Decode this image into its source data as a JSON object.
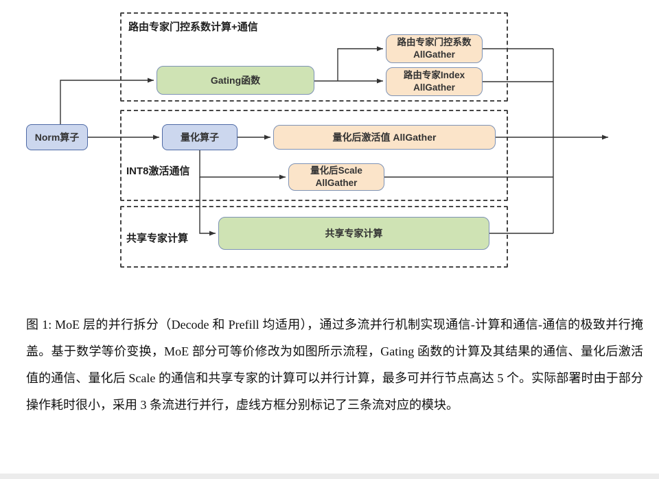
{
  "figure": {
    "groups": {
      "routing": {
        "label": "路由专家门控系数计算+通信"
      },
      "int8": {
        "label": "INT8激活通信"
      },
      "shared": {
        "label": "共享专家计算"
      }
    },
    "nodes": {
      "norm": {
        "label": "Norm算子"
      },
      "gating": {
        "label": "Gating函数"
      },
      "gate_coef_allgather": {
        "line1": "路由专家门控系数",
        "line2": "AllGather"
      },
      "expert_index_allgather": {
        "line1": "路由专家Index",
        "line2": "AllGather"
      },
      "quant": {
        "label": "量化算子"
      },
      "quant_act_allgather": {
        "label": "量化后激活值 AllGather"
      },
      "quant_scale_allgather": {
        "line1": "量化后Scale",
        "line2": "AllGather"
      },
      "shared_expert": {
        "label": "共享专家计算"
      }
    },
    "colors": {
      "green_fill": "#cfe3b4",
      "peach_fill": "#fbe4c9",
      "blue_fill": "#ccd7ee",
      "box_border": "#7d92b5",
      "blue_border": "#4d69a5",
      "dashed_border": "#444444",
      "line": "#333333"
    }
  },
  "caption": {
    "text": "图 1: MoE 层的并行拆分（Decode 和 Prefill 均适用），通过多流并行机制实现通信-计算和通信-通信的极致并行掩盖。基于数学等价变换，MoE 部分可等价修改为如图所示流程，Gating 函数的计算及其结果的通信、量化后激活值的通信、量化后 Scale 的通信和共享专家的计算可以并行计算，最多可并行节点高达 5 个。实际部署时由于部分操作耗时很小，采用 3 条流进行并行，虚线方框分别标记了三条流对应的模块。"
  }
}
